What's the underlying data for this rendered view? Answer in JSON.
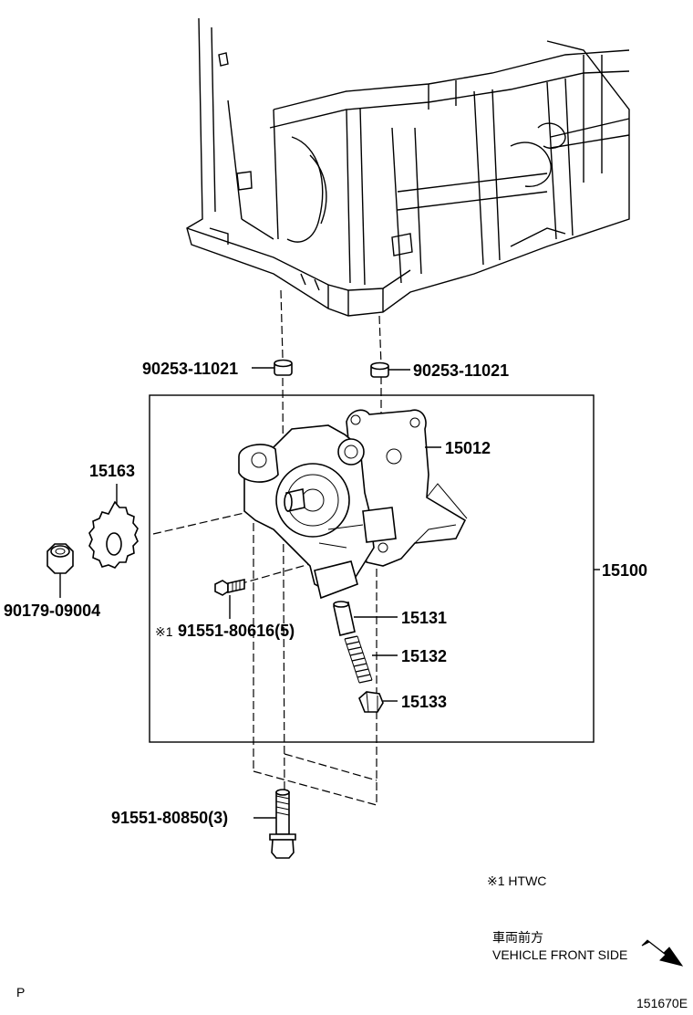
{
  "labels": {
    "dowel_left": "90253-11021",
    "dowel_right": "90253-11021",
    "pump_body": "15012",
    "sprocket": "15163",
    "nut": "90179-09004",
    "pump_assy": "15100",
    "bolt_note_mark": "※1",
    "bolt_small": "91551-80616(5)",
    "valve": "15131",
    "spring": "15132",
    "plug": "15133",
    "bolt_long": "91551-80850(3)"
  },
  "notes": {
    "htwc": "※1 HTWC",
    "front_jp": "車両前方",
    "front_en": "VEHICLE FRONT SIDE",
    "page_mark": "P",
    "illustration_no": "151670E"
  }
}
